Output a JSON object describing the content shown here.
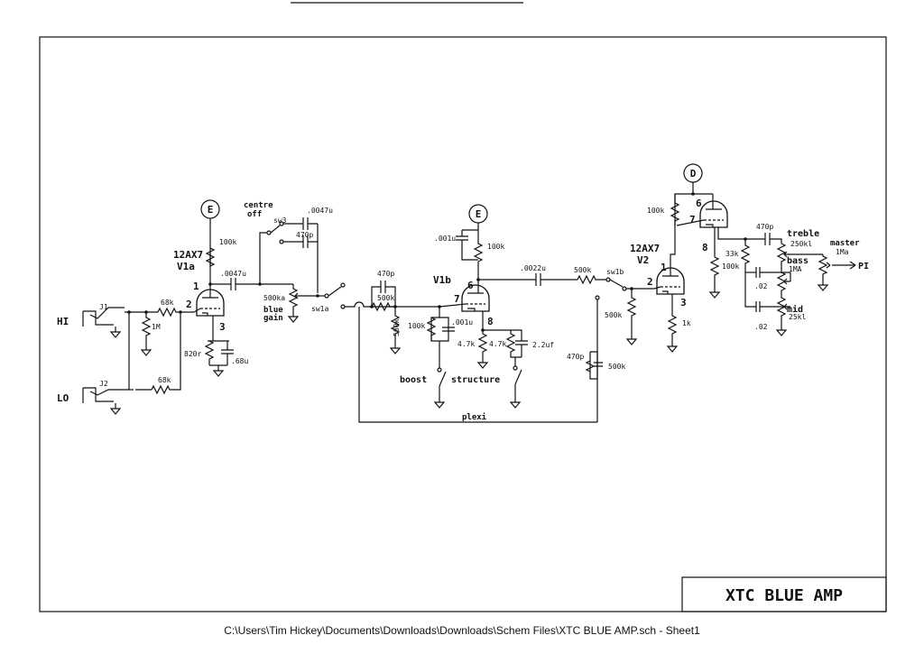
{
  "title_block": {
    "title": "XTC BLUE AMP"
  },
  "footer": {
    "path": "C:\\Users\\Tim Hickey\\Documents\\Downloads\\Downloads\\Schem Files\\XTC BLUE AMP.sch  -  Sheet1"
  },
  "inputs": {
    "hi": "HI",
    "lo": "LO",
    "j1": "J1",
    "j2": "J2"
  },
  "supplies": {
    "e": "E",
    "d": "D"
  },
  "stage1": {
    "tube_type": "12AX7",
    "tube_name": "V1a",
    "pin_plate": "1",
    "pin_grid": "2",
    "pin_cathode": "3",
    "r_grid_hi": "68k",
    "r_grid_lo": "68k",
    "r_input": "1M",
    "r_plate": "100k",
    "r_cathode": "820r",
    "c_cathode": ".68u",
    "c_coupling": ".0047u"
  },
  "switches": {
    "sw3": "sw3",
    "centre_off_1": "centre",
    "centre_off_2": "off",
    "c_bright": ".0047u",
    "c_470p": "470p",
    "pot_gain": "500ka",
    "gain_label_1": "blue",
    "gain_label_2": "gain",
    "sw1a": "sw1a",
    "sw1b": "sw1b",
    "boost": "boost",
    "structure": "structure",
    "plexi": "plexi"
  },
  "stage2": {
    "tube_name": "V1b",
    "pin_plate": "6",
    "pin_grid": "7",
    "pin_cathode": "8",
    "c_470p": "470p",
    "r_500k_a": "500k",
    "r_500k_b": "500k",
    "r_100k_grid": "100k",
    "c_001_grid": ".001u",
    "c_001_plate": ".001u",
    "r_plate": "100k",
    "r_cath_a": "4.7k",
    "r_cath_b": "4.7k",
    "c_cathode": "2.2uf",
    "c_coupling": ".0022u",
    "r_series": "500k"
  },
  "stage3": {
    "tube_type": "12AX7",
    "tube_name": "V2",
    "pin_plate": "1",
    "pin_grid": "2",
    "pin_cathode": "3",
    "r_grid_leak": "500k",
    "c_470p": "470p",
    "r_500k": "500k",
    "r_cathode": "1k"
  },
  "stage4": {
    "pin_plate": "6",
    "pin_grid": "7",
    "pin_cathode": "8",
    "r_plate": "100k",
    "c_470p": "470p",
    "r_33k": "33k",
    "r_100k": "100k",
    "c_02_a": ".02",
    "c_02_b": ".02",
    "treble": "treble",
    "treble_val": "250kl",
    "bass": "bass",
    "bass_val": "1MA",
    "mid": "mid",
    "mid_val": "25kl",
    "master": "master",
    "master_val": "1Ma",
    "pi": "PI"
  }
}
